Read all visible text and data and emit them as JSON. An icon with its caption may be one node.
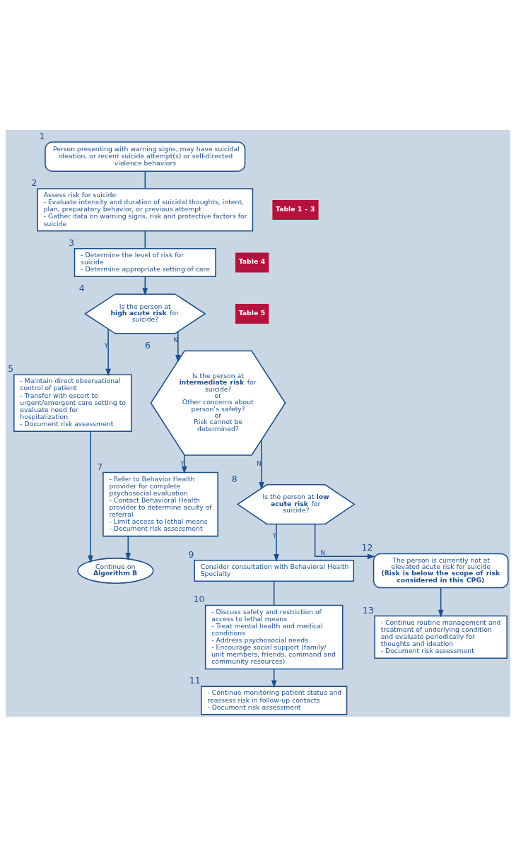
{
  "diagram": {
    "nodes": [
      {
        "text": [
          "Person presenting with warning signs, may have suicidal ideation, or recent suicide attempt(s) or self-directed violence behaviors"
        ],
        "beside": [
          "1"
        ]
      },
      {
        "text": [
          "Assess risk for suicide:",
          "- Evaluate intensity and duration of suicidal thoughts, intent, plan, preparatory behavior, or previous attempt",
          "- Gather data on warning signs, risk and protective factors for suicide"
        ],
        "beside": [
          "2"
        ]
      },
      {
        "text": [
          "Table 1 - 3"
        ]
      },
      {
        "text": [
          "- Determine the level of risk for suicide",
          "- Determine appropriate setting of care"
        ],
        "beside": [
          "3"
        ]
      },
      {
        "text": [
          "Table 4"
        ]
      },
      {
        "text": [
          "Table 5"
        ]
      },
      {
        "text": [
          "Is the person at **high acute risk** for suicide?"
        ],
        "beside": [
          "4"
        ]
      },
      {
        "text": [
          "- Maintain direct observational control of patient",
          "- Transfer with escort to urgent/emergent care setting to evaluate need for hospitalization",
          "- Document risk assessment"
        ],
        "beside": [
          "5"
        ]
      },
      {
        "text": [
          "Is the person at **intermediate risk** for suicide?",
          "or",
          "Other concerns about person’s safety?",
          "or",
          "Risk cannot be determined?"
        ],
        "beside": [
          "6"
        ]
      },
      {
        "text": [
          "- Refer to Behavior Health provider for complete psychosocial evaluation",
          "- Contact Behavioral Health provider to determine acuity of referral",
          "- Limit access to lethal means",
          "- Document risk assessment"
        ],
        "beside": [
          "7"
        ]
      },
      {
        "text": [
          "Continue on",
          "Algorithm B"
        ]
      },
      {
        "text": [
          "Is the person at **low acute risk** for suicide?"
        ],
        "beside": [
          "8"
        ]
      },
      {
        "text": [
          "Consider consultation with Behavioral Health Specialty"
        ],
        "beside": [
          "9"
        ]
      },
      {
        "text": [
          "- Discuss safety and restriction of access to lethal means",
          "- Treat mental health and medical conditions",
          "- Address psychosocial needs",
          "- Encourage social support (family/ unit members, friends, command and community resources)"
        ],
        "beside": [
          "10"
        ]
      },
      {
        "text": [
          "- Continue monitoring patient status and reassess risk in follow-up contacts",
          "- Document risk assessment"
        ],
        "beside": [
          "11"
        ]
      },
      {
        "text": [
          "The person is currently not at elevated acute risk for suicide",
          "(Risk is below the scope of risk considered in this CPG)"
        ],
        "beside": [
          "12"
        ]
      },
      {
        "text": [
          "- Continue routine management and treatment of underlying condition and evaluate periodically for thoughts and ideation",
          "- Document risk assessment"
        ],
        "beside": [
          "13"
        ]
      }
    ],
    "edges": [
      {
        "from": 0,
        "to": 1,
        "arrow": "none"
      },
      {
        "from": 1,
        "to": 3,
        "arrow": "none"
      },
      {
        "from": 3,
        "to": 6,
        "arrow": "to"
      },
      {
        "from": 6,
        "to": 7,
        "arrow": "to",
        "label": "Y"
      },
      {
        "from": 6,
        "to": 8,
        "arrow": "to",
        "label": "N"
      },
      {
        "from": 8,
        "to": 9,
        "arrow": "to",
        "label": "Y"
      },
      {
        "from": 7,
        "to": 10,
        "arrow": "to"
      },
      {
        "from": 9,
        "to": 10,
        "arrow": "to"
      },
      {
        "from": 8,
        "to": 11,
        "arrow": "to",
        "label": "N"
      },
      {
        "from": 11,
        "to": 12,
        "arrow": "to",
        "label": "Y"
      },
      {
        "from": 11,
        "to": 15,
        "arrow": "to",
        "label": "N"
      },
      {
        "from": 12,
        "to": 13,
        "arrow": "none"
      },
      {
        "from": 13,
        "to": 14,
        "arrow": "to"
      },
      {
        "from": 15,
        "to": 16,
        "arrow": "to"
      }
    ]
  }
}
